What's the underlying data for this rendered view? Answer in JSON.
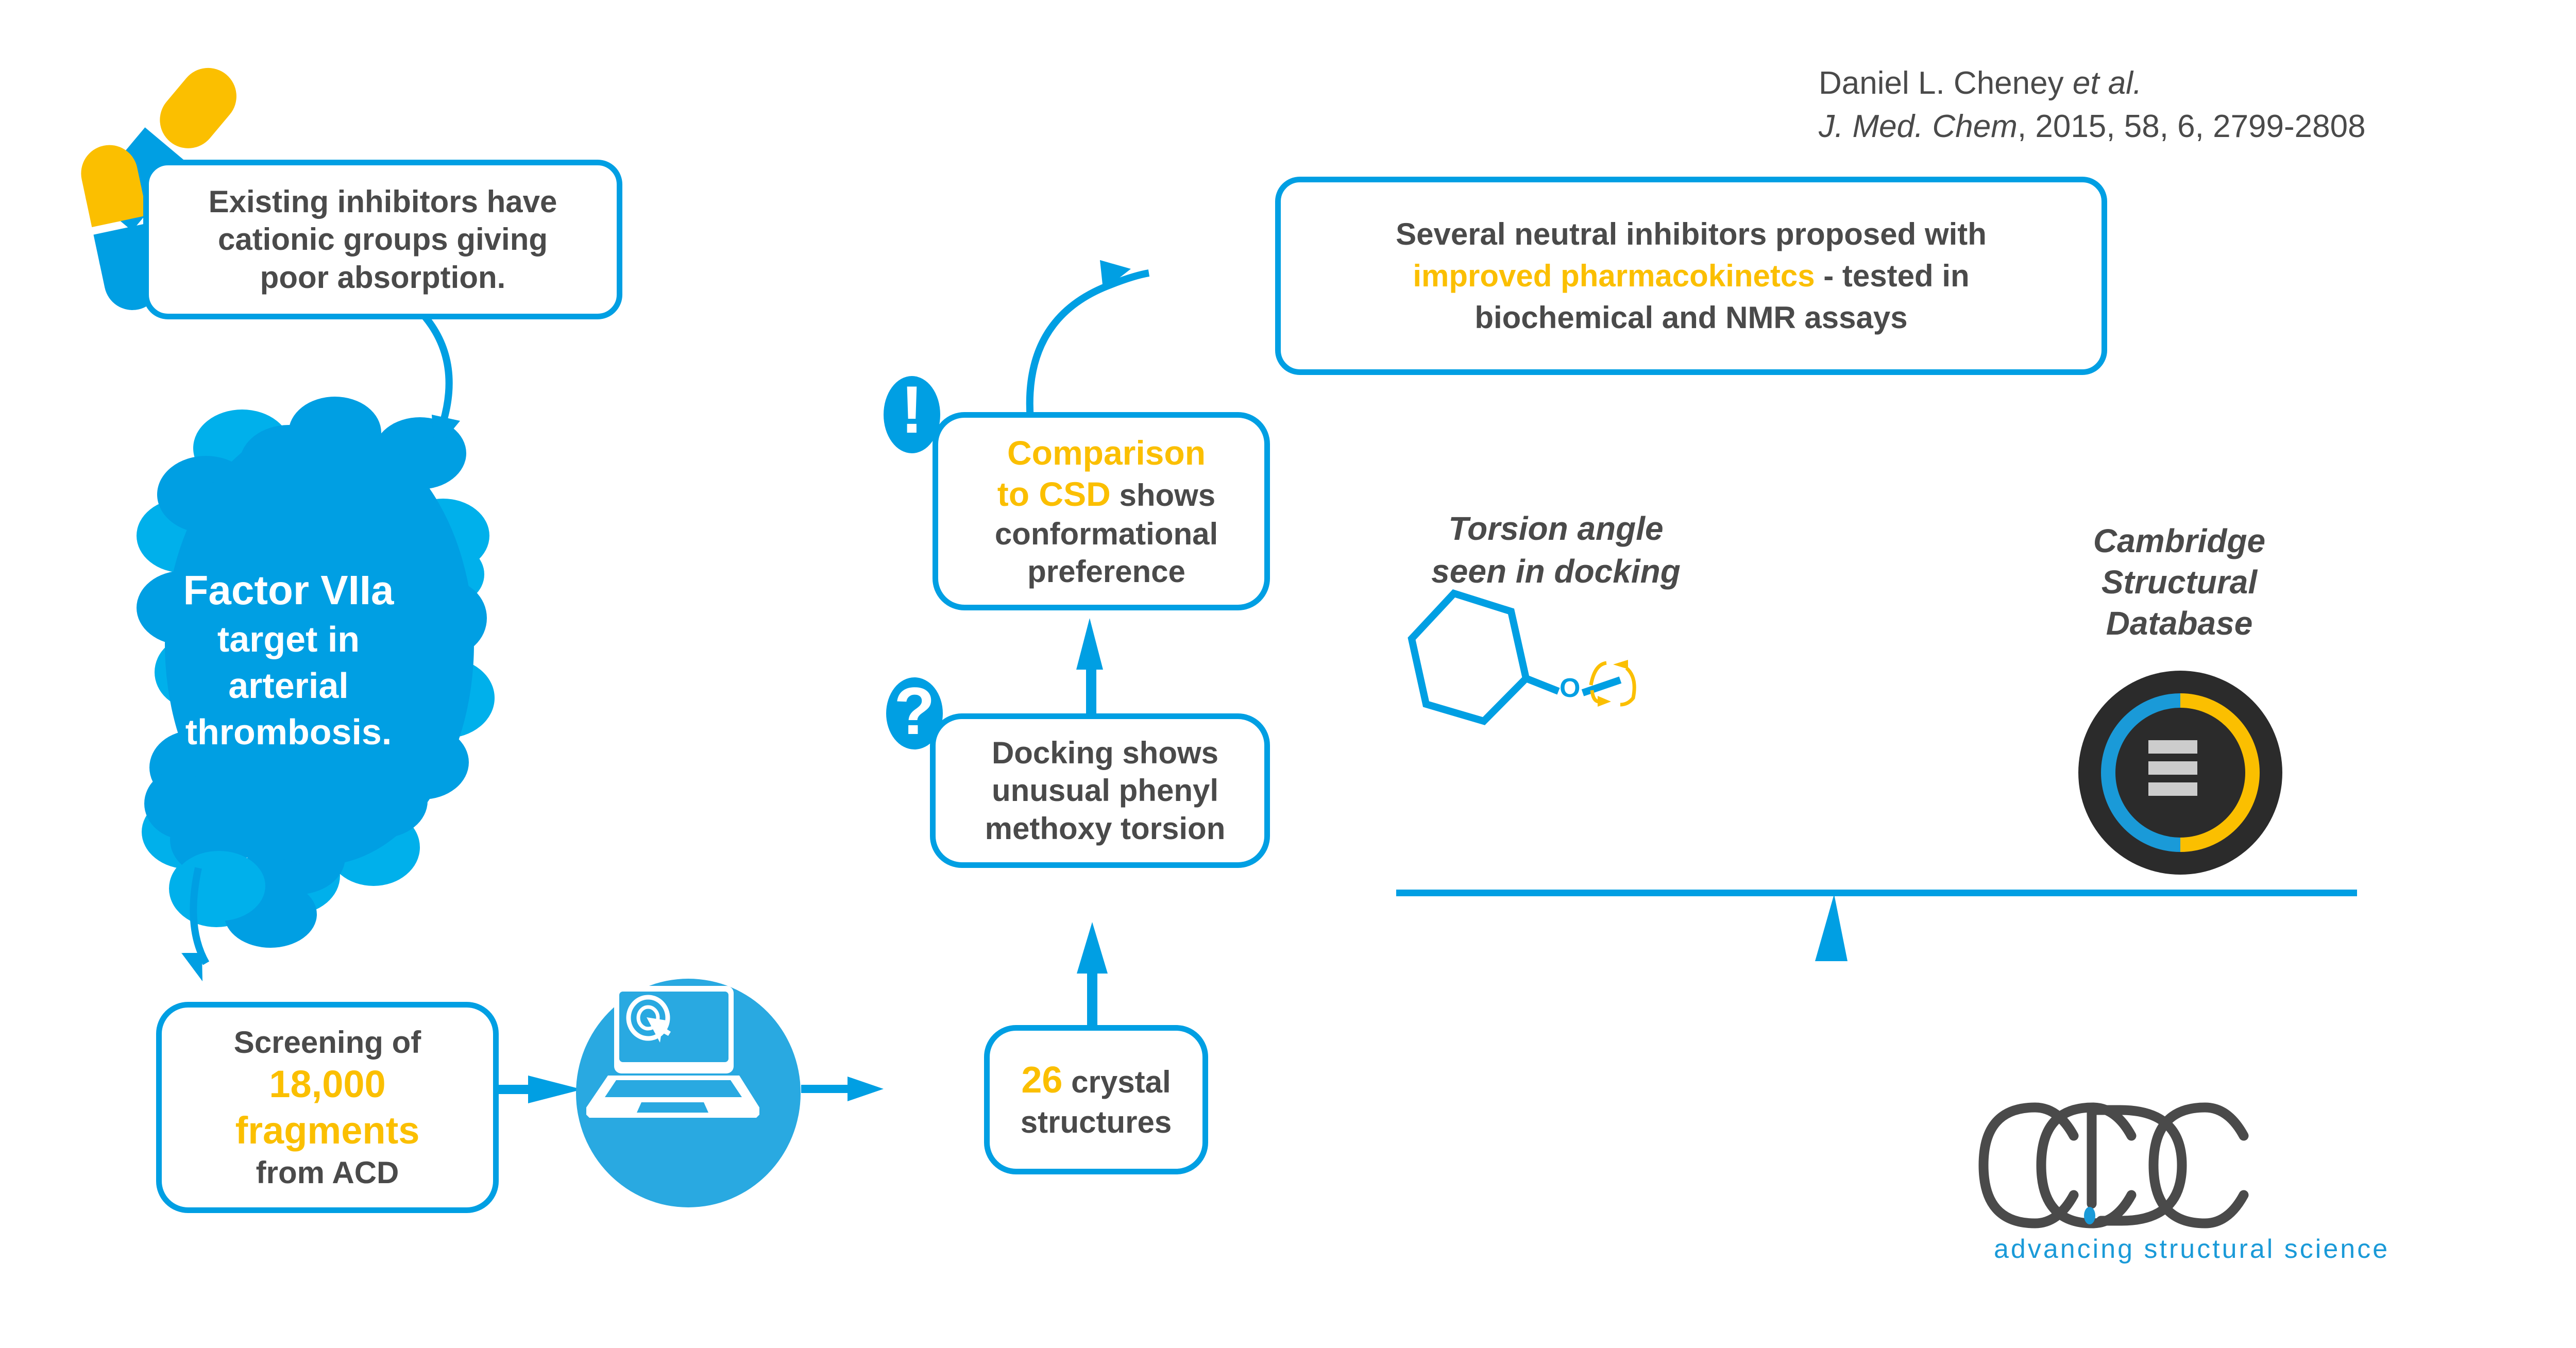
{
  "colors": {
    "brand_blue": "#009fe3",
    "light_blue": "#00b0eb",
    "laptop_blue": "#29a9e1",
    "highlight_yellow": "#fbbf00",
    "text_gray": "#4a4a4a",
    "csd_dark": "#2b2b2b",
    "csd_bars": "#cccccc"
  },
  "citation": {
    "authors": "Daniel L. Cheney",
    "etal": "et al.",
    "journal": "J. Med. Chem",
    "details": ", 2015, 58, 6, 2799-2808"
  },
  "existing_inhibitors": {
    "lines": [
      "Existing inhibitors have",
      "cationic groups giving",
      "poor absorption."
    ]
  },
  "target": {
    "line1": "Factor VIIa",
    "line2": "target in",
    "line3": "arterial",
    "line4": "thrombosis."
  },
  "screening": {
    "pre": "Screening of",
    "count": "18,000",
    "unit": "fragments",
    "post": "from ACD"
  },
  "crystal": {
    "count": "26",
    "line1_rest": " crystal",
    "line2": "structures"
  },
  "docking": {
    "badge": "?",
    "lines": [
      "Docking shows",
      "unusual phenyl",
      "methoxy torsion"
    ]
  },
  "comparison": {
    "badge": "!",
    "hl_line1": "Comparison",
    "hl_line2": "to CSD",
    "line2_rest": " shows",
    "line3": "conformational",
    "line4": "preference"
  },
  "result": {
    "line1": "Several neutral inhibitors proposed with",
    "hl": "improved pharmacokinetcs",
    "line2_rest": " - tested in",
    "line3": "biochemical and NMR assays"
  },
  "torsion_label": {
    "line1": "Torsion angle",
    "line2": "seen in docking"
  },
  "molecule": {
    "atom_label": "O"
  },
  "csd_label": {
    "line1": "Cambridge",
    "line2": "Structural",
    "line3": "Database"
  },
  "logo": {
    "wordmark": "CCDC",
    "tagline": "advancing structural science"
  }
}
